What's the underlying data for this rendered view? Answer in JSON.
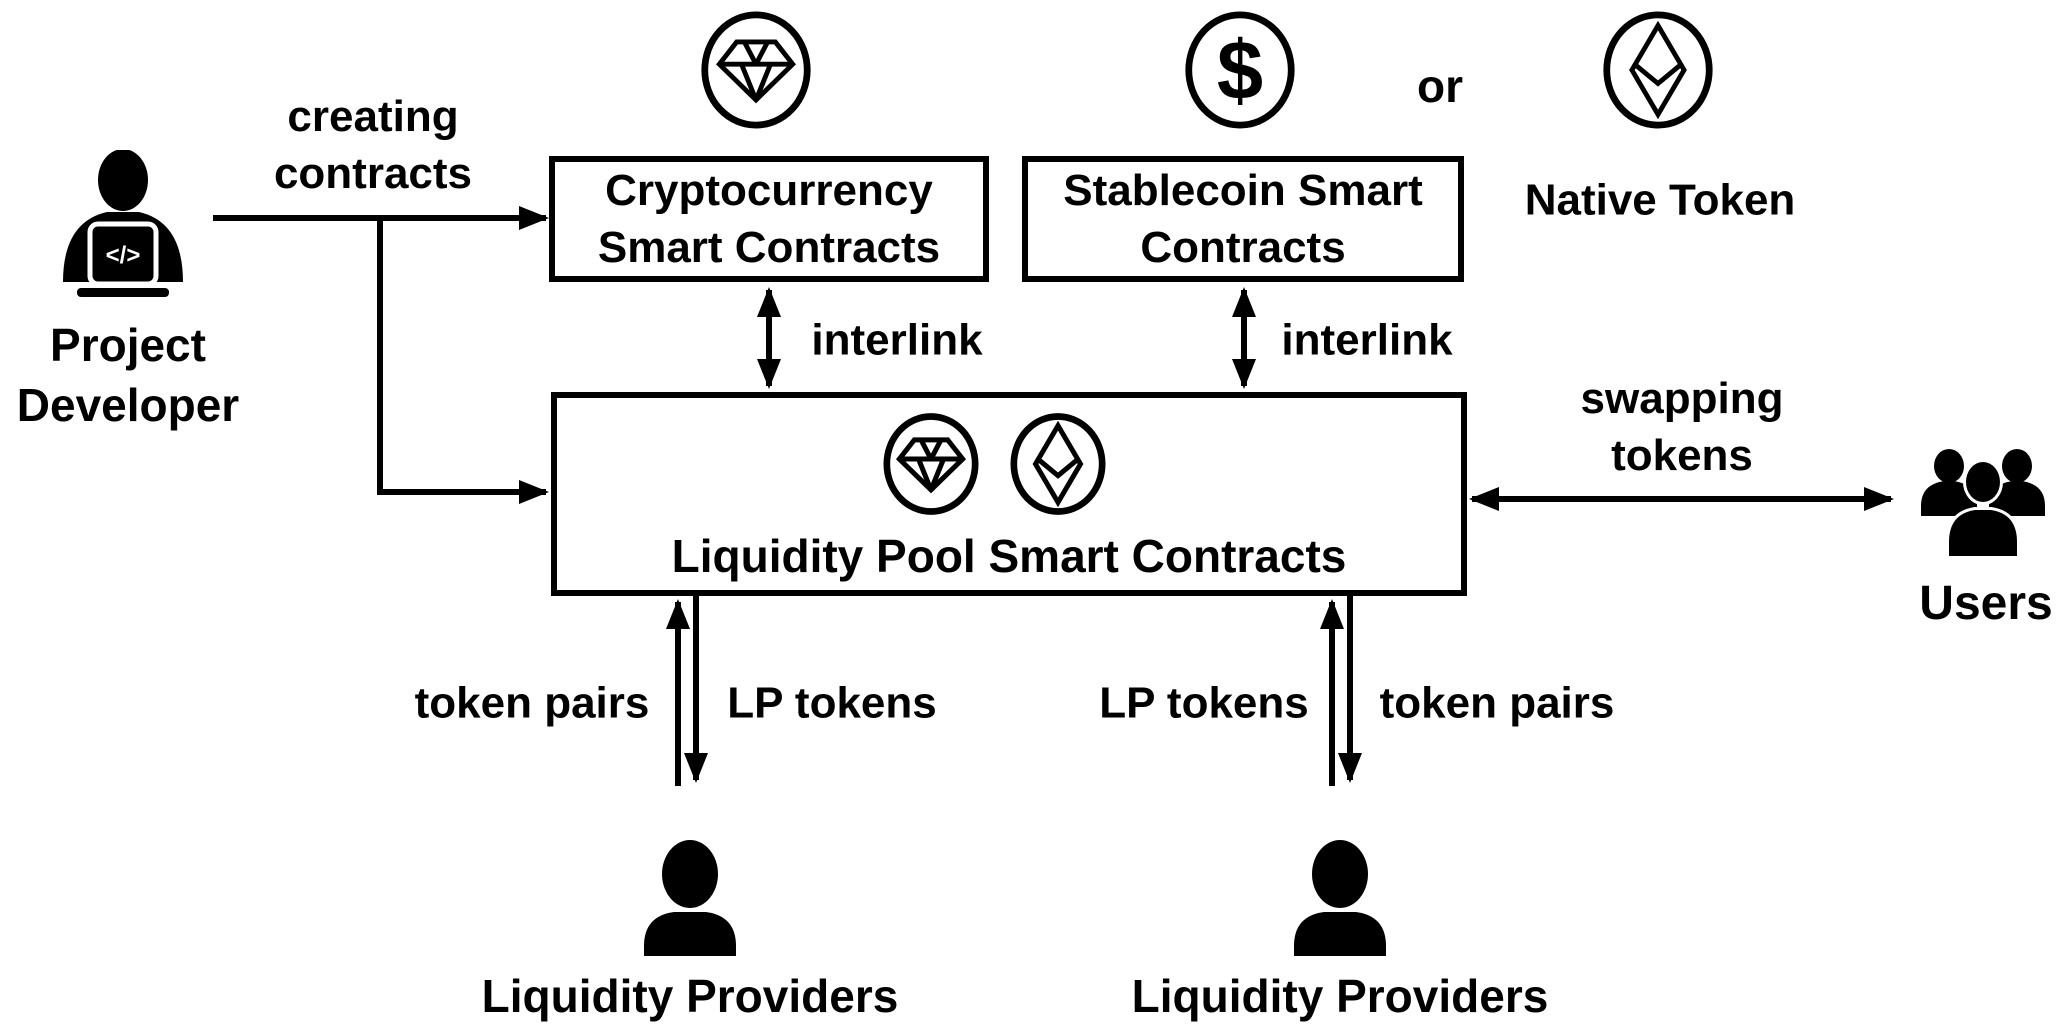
{
  "canvas": {
    "background": "#ffffff",
    "ink": "#000000"
  },
  "actors": {
    "developer": {
      "label": "Project Developer",
      "icon": "developer-at-laptop-icon",
      "laptop_glyph": "</>"
    },
    "users": {
      "label": "Users",
      "icon": "users-group-icon"
    },
    "liquidity_provider_left": {
      "label": "Liquidity Providers",
      "icon": "person-icon"
    },
    "liquidity_provider_right": {
      "label": "Liquidity Providers",
      "icon": "person-icon"
    }
  },
  "boxes": {
    "cryptocurrency": {
      "label": "Cryptocurrency Smart Contracts",
      "icon": "gem-token-icon"
    },
    "stablecoin": {
      "label": "Stablecoin Smart Contracts",
      "icon": "dollar-token-icon"
    },
    "liquidity_pool": {
      "label": "Liquidity Pool Smart Contracts",
      "icons": [
        "gem-token-icon",
        "eth-token-icon"
      ]
    }
  },
  "token_icons": {
    "gem": "gem-token-icon",
    "dollar": "dollar-token-icon",
    "dollar_glyph": "$",
    "eth": "eth-token-icon",
    "or_label": "or",
    "native_token_label": "Native Token"
  },
  "edges": {
    "creating_contracts": {
      "label": "creating contracts"
    },
    "interlink_left": {
      "label": "interlink"
    },
    "interlink_right": {
      "label": "interlink"
    },
    "swapping_tokens": {
      "label": "swapping tokens"
    },
    "lp_left": {
      "left_label": "token pairs",
      "right_label": "LP tokens"
    },
    "lp_right": {
      "left_label": "LP tokens",
      "right_label": "token pairs"
    }
  }
}
